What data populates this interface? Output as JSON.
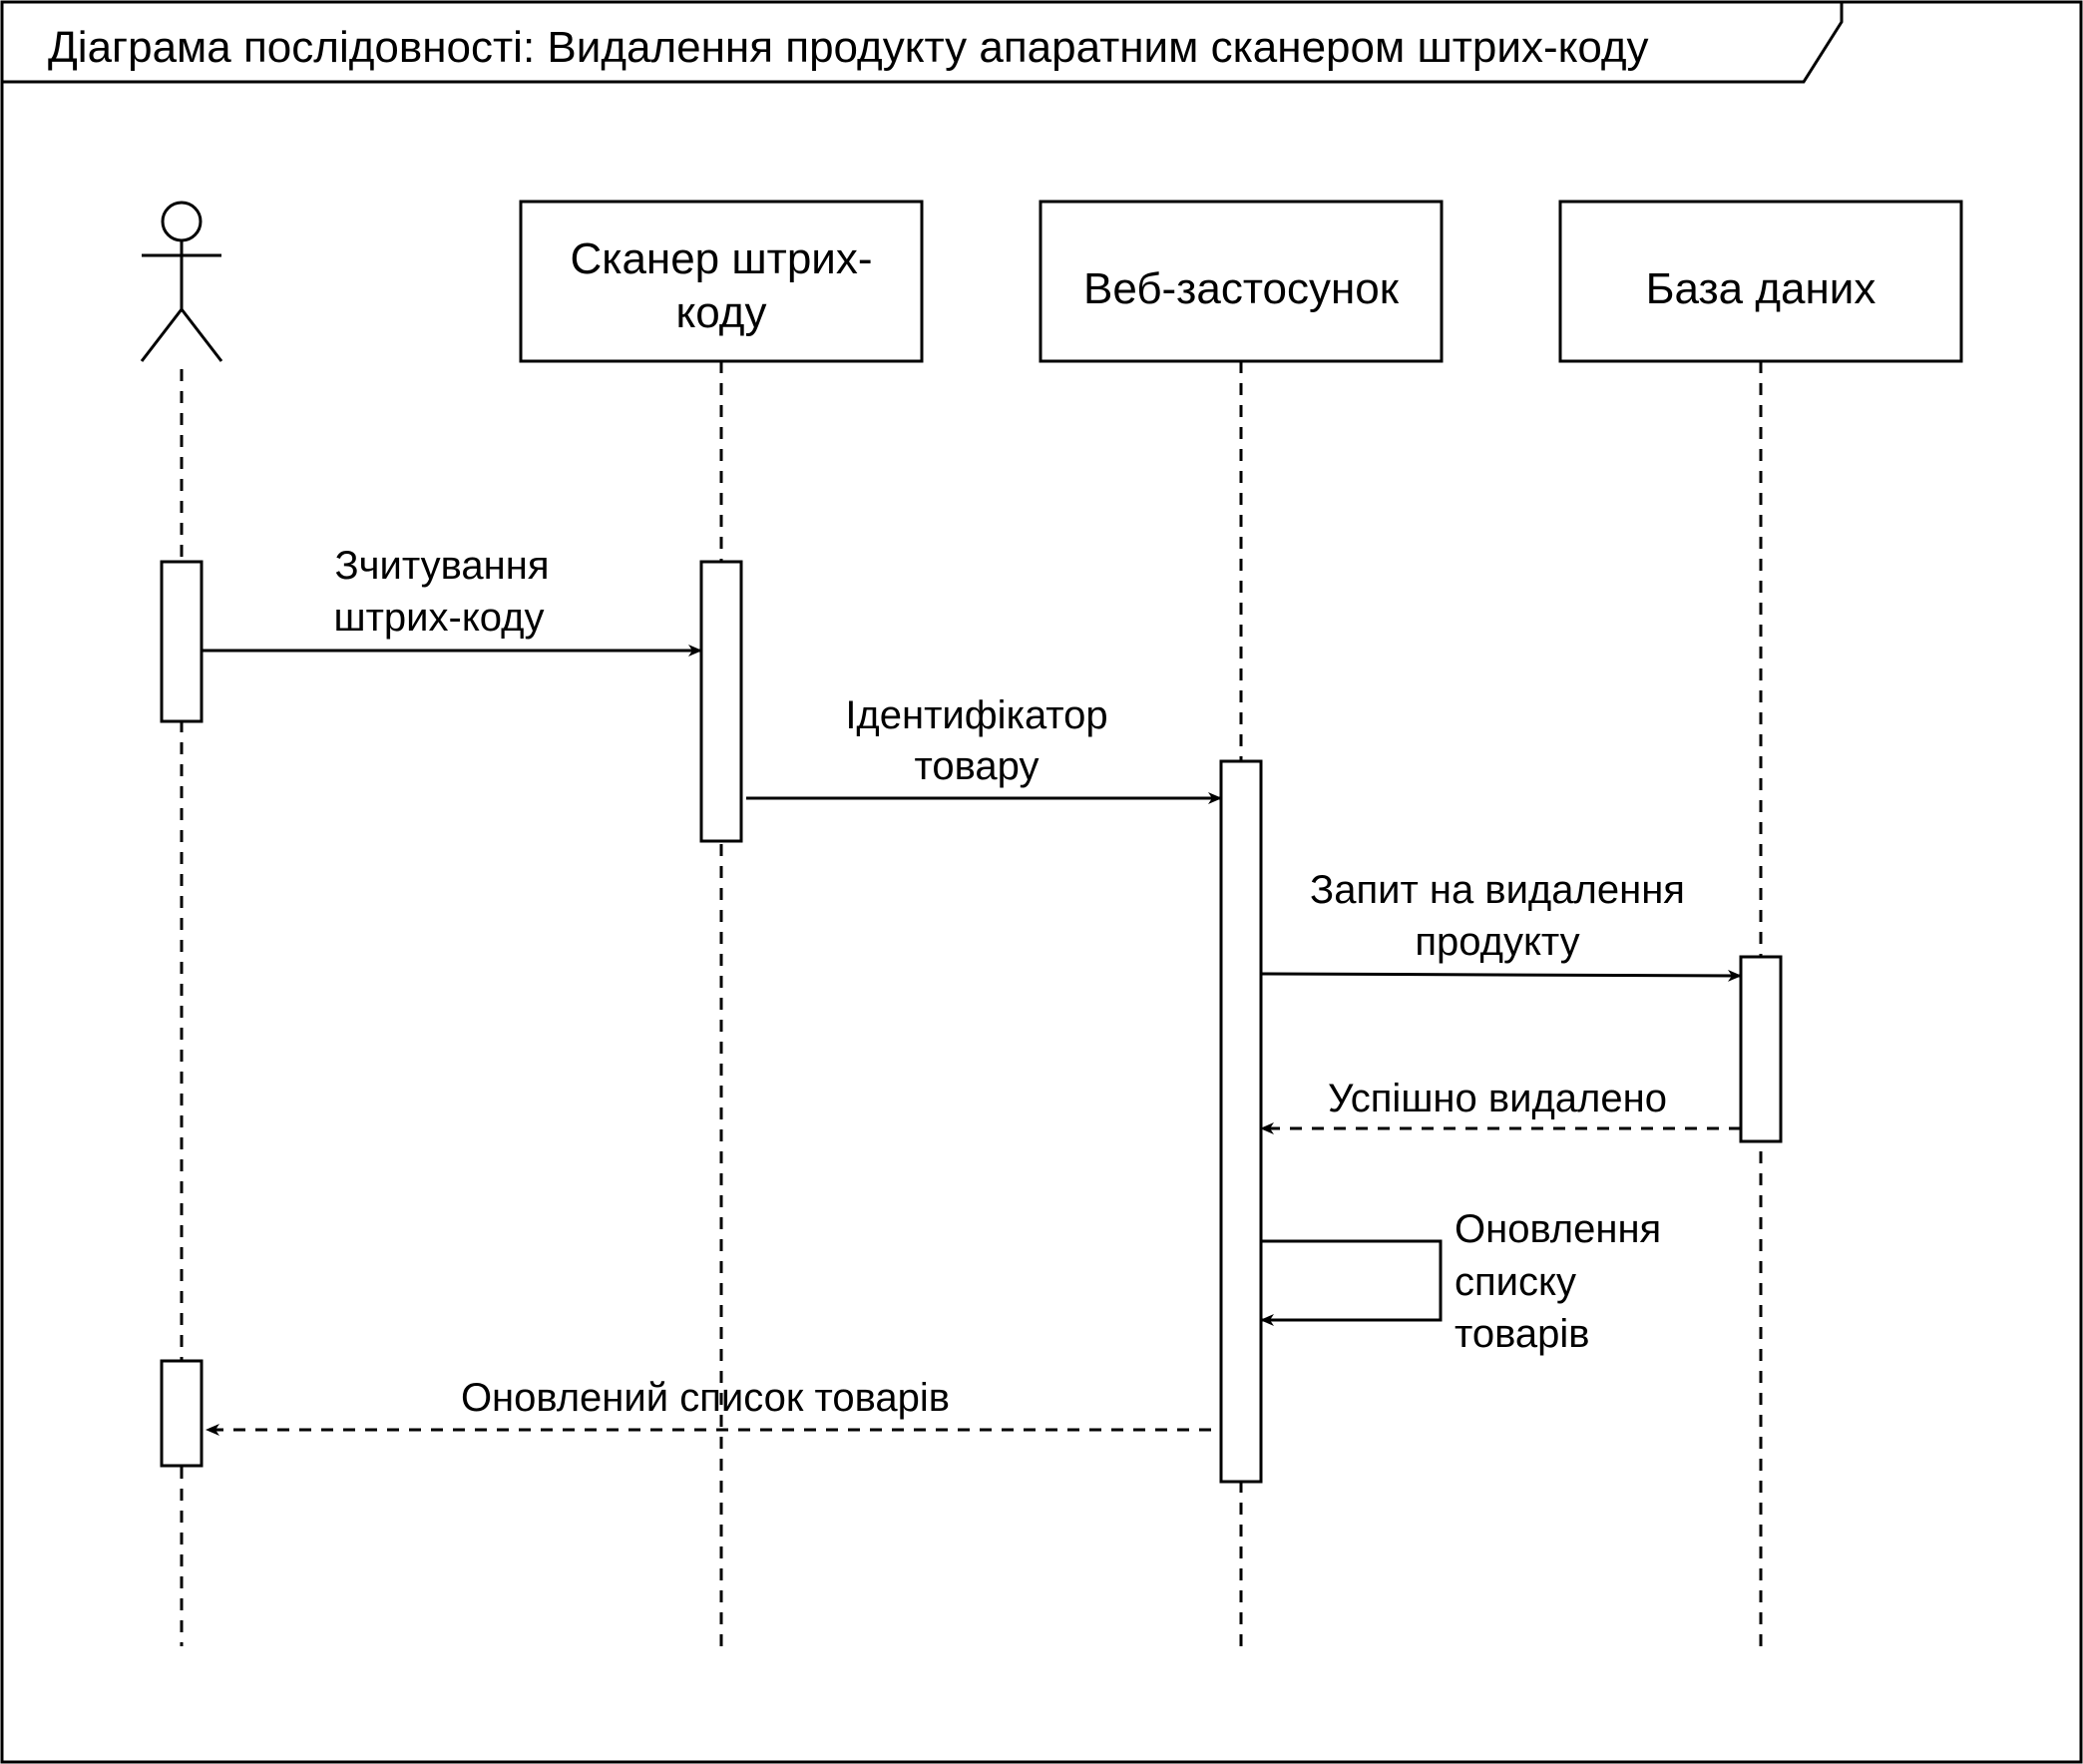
{
  "frame": {
    "title": "Діаграма послідовності: Видалення продукту апаратним сканером штрих-коду"
  },
  "participants": {
    "actor": {
      "kind": "actor",
      "icon": "stick-figure-icon"
    },
    "scanner": {
      "kind": "object",
      "label_lines": [
        "Сканер штрих-",
        "коду"
      ]
    },
    "webapp": {
      "kind": "object",
      "label_lines": [
        "Веб-застосунок"
      ]
    },
    "database": {
      "kind": "object",
      "label_lines": [
        "База даних"
      ]
    }
  },
  "messages": [
    {
      "id": "scan",
      "from": "actor",
      "to": "scanner",
      "style": "solid",
      "label_lines": [
        "Зчитування",
        "штрих-коду"
      ]
    },
    {
      "id": "product-id",
      "from": "scanner",
      "to": "webapp",
      "style": "solid",
      "label_lines": [
        "Ідентифікатор",
        "товару"
      ]
    },
    {
      "id": "delete-request",
      "from": "webapp",
      "to": "database",
      "style": "solid",
      "label_lines": [
        "Запит на видалення",
        "продукту"
      ]
    },
    {
      "id": "deleted-ok",
      "from": "database",
      "to": "webapp",
      "style": "dashed",
      "label_lines": [
        "Успішно видалено"
      ]
    },
    {
      "id": "refresh-list",
      "from": "webapp",
      "to": "webapp",
      "style": "solid",
      "label_lines": [
        "Оновлення",
        "списку",
        "товарів"
      ]
    },
    {
      "id": "updated-list",
      "from": "webapp",
      "to": "actor",
      "style": "dashed",
      "label_lines": [
        "Оновлений список товарів"
      ]
    }
  ],
  "colors": {
    "stroke": "#000000",
    "fill": "#ffffff",
    "background": "#ffffff"
  }
}
